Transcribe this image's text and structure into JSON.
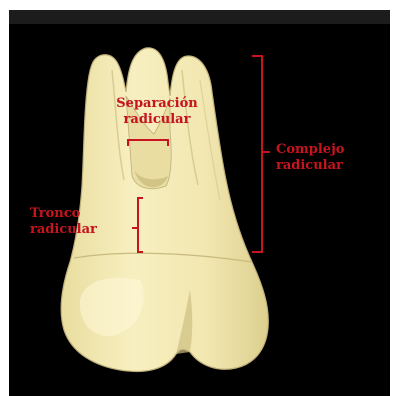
{
  "labels": {
    "root_separation": {
      "line1": "Separación",
      "line2": "radicular"
    },
    "root_trunk": {
      "line1": "Tronco",
      "line2": "radicular"
    },
    "root_complex": {
      "line1": "Complejo",
      "line2": "radicular"
    }
  },
  "colors": {
    "background": "#000000",
    "tooth_fill": "#f3eab4",
    "tooth_shadow": "#d9cc8c",
    "label_red": "#c8141e"
  }
}
